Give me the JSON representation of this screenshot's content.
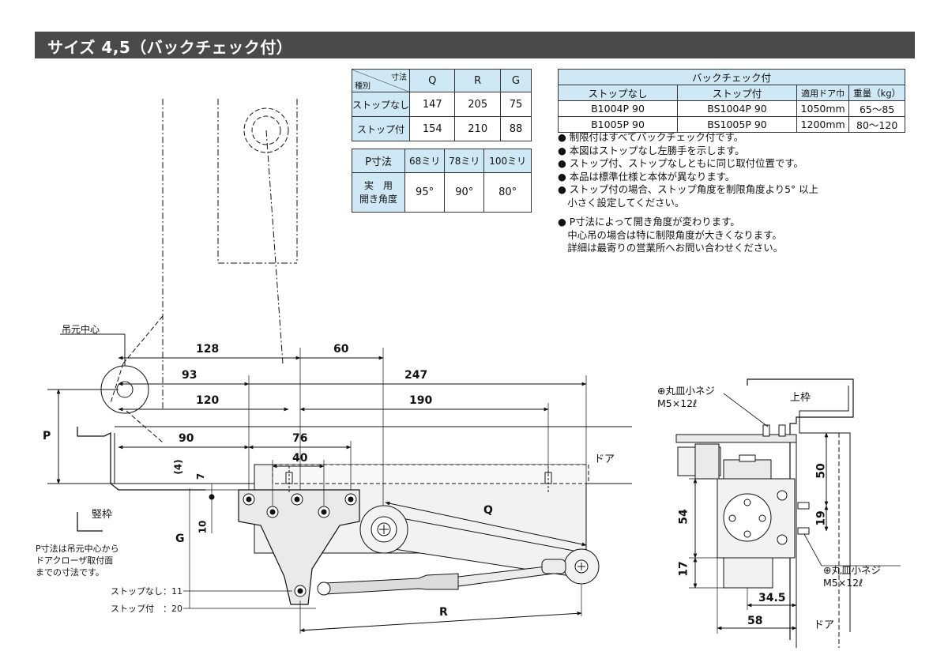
{
  "title": "サイズ 4,5（バックチェック付）",
  "table1": {
    "corner_top": "寸法",
    "corner_bottom": "種別",
    "headers": [
      "Q",
      "R",
      "G"
    ],
    "rows": [
      {
        "label": "ストップなし",
        "values": [
          "147",
          "205",
          "75"
        ]
      },
      {
        "label": "ストップ付",
        "values": [
          "154",
          "210",
          "88"
        ]
      }
    ]
  },
  "table2": {
    "header_label": "P寸法",
    "headers": [
      "68ミリ",
      "78ミリ",
      "100ミリ"
    ],
    "row_label_1": "実　用",
    "row_label_2": "開き角度",
    "values": [
      "95°",
      "90°",
      "80°"
    ]
  },
  "table3": {
    "title": "バックチェック付",
    "headers": [
      "ストップなし",
      "ストップ付",
      "適用ドア巾",
      "重量（kg）"
    ],
    "rows": [
      [
        "B1004P 90",
        "BS1004P 90",
        "1050mm",
        "65〜85"
      ],
      [
        "B1005P 90",
        "BS1005P 90",
        "1200mm",
        "80〜120"
      ]
    ]
  },
  "notes": [
    "● 制限付はすべてバックチェック付です。",
    "● 本図はストップなし左勝手を示します。",
    "● ストップ付、ストップなしともに同じ取付位置です。",
    "● 本品は標準仕様と本体が異なります。",
    "● ストップ付の場合、ストップ角度を制限角度より5° 以上",
    "　小さく設定してください。",
    "● P寸法によって開き角度が変わります。",
    "　中心吊の場合は特に制限角度が大きくなります。",
    "　詳細は最寄りの営業所へお問い合わせください。"
  ],
  "drawing": {
    "pivot_label": "吊元中心",
    "frame_label": "竪枠",
    "door_label": "ドア",
    "p_note": [
      "P寸法は吊元中心から",
      "ドアクローザ取付面",
      "までの寸法です。"
    ],
    "stop_none": "ストップなし：11",
    "stop_with": "ストップ付　：20",
    "dims": {
      "d128": "128",
      "d60": "60",
      "d93": "93",
      "d247": "247",
      "d120": "120",
      "d190": "190",
      "d90": "90",
      "d76": "76",
      "d40": "40",
      "d4": "(4)",
      "d7": "7",
      "d10": "10",
      "P": "P",
      "G": "G",
      "Q": "Q",
      "R": "R"
    }
  },
  "side_view": {
    "screw_top": "⊕丸皿小ネジ",
    "screw_top_spec": "M5×12ℓ",
    "upper_frame": "上枠",
    "screw_bottom": "⊕丸皿小ネジ",
    "screw_bottom_spec": "M5×12ℓ",
    "door_label": "ドア",
    "dims": {
      "d50": "50",
      "d54": "54",
      "d19": "19",
      "d17": "17",
      "d345": "34.5",
      "d58": "58"
    }
  },
  "colors": {
    "title_bg": "#4a4a4a",
    "header_bg": "#cfe8f5",
    "part_fill": "#f2f2f2"
  }
}
